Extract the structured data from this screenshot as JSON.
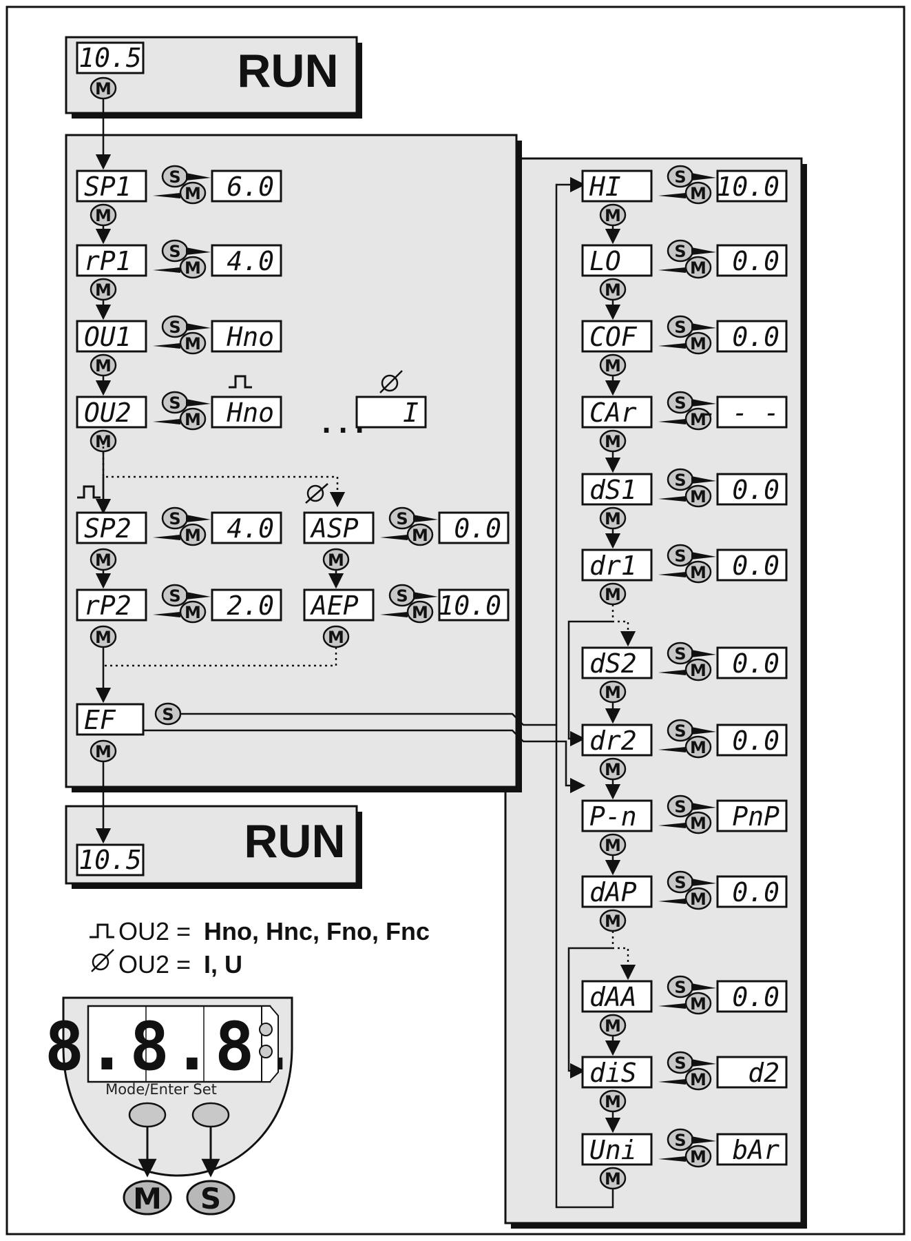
{
  "run_top": {
    "display": "10.5",
    "label": "RUN",
    "button": "M"
  },
  "run_bottom": {
    "display": "10.5",
    "label": "RUN"
  },
  "buttons": {
    "mode": "M",
    "set": "S"
  },
  "ellipsis": "...",
  "left_params": [
    {
      "id": "sp1",
      "code": "SP1",
      "value": "6.0"
    },
    {
      "id": "rp1",
      "code": "rP1",
      "value": "4.0"
    },
    {
      "id": "ou1",
      "code": "OU1",
      "value": "Hno"
    },
    {
      "id": "ou2",
      "code": "OU2",
      "value": "Hno",
      "alt_value": "I"
    },
    {
      "id": "sp2",
      "code": "SP2",
      "value": "4.0"
    },
    {
      "id": "rp2",
      "code": "rP2",
      "value": "2.0"
    },
    {
      "id": "asp",
      "code": "ASP",
      "value": "0.0"
    },
    {
      "id": "aep",
      "code": "AEP",
      "value": "10.0"
    },
    {
      "id": "ef",
      "code": "EF"
    }
  ],
  "right_params": [
    {
      "id": "hi",
      "code": "HI",
      "value": "10.0"
    },
    {
      "id": "lo",
      "code": "LO",
      "value": "0.0"
    },
    {
      "id": "cof",
      "code": "COF",
      "value": "0.0"
    },
    {
      "id": "car",
      "code": "CAr",
      "value": "- - -"
    },
    {
      "id": "ds1",
      "code": "dS1",
      "value": "0.0"
    },
    {
      "id": "dr1",
      "code": "dr1",
      "value": "0.0"
    },
    {
      "id": "ds2",
      "code": "dS2",
      "value": "0.0"
    },
    {
      "id": "dr2",
      "code": "dr2",
      "value": "0.0"
    },
    {
      "id": "pn",
      "code": "P-n",
      "value": "PnP"
    },
    {
      "id": "dap",
      "code": "dAP",
      "value": "0.0"
    },
    {
      "id": "daa",
      "code": "dAA",
      "value": "0.0"
    },
    {
      "id": "dis",
      "code": "diS",
      "value": "d2"
    },
    {
      "id": "uni",
      "code": "Uni",
      "value": "bAr"
    }
  ],
  "legend": [
    {
      "prefix": "OU2 = ",
      "values": "Hno, Hnc, Fno, Fnc"
    },
    {
      "prefix": "OU2 = ",
      "values": "I, U"
    }
  ],
  "device": {
    "digits": "8.8.8.",
    "label": "Mode/Enter Set"
  }
}
